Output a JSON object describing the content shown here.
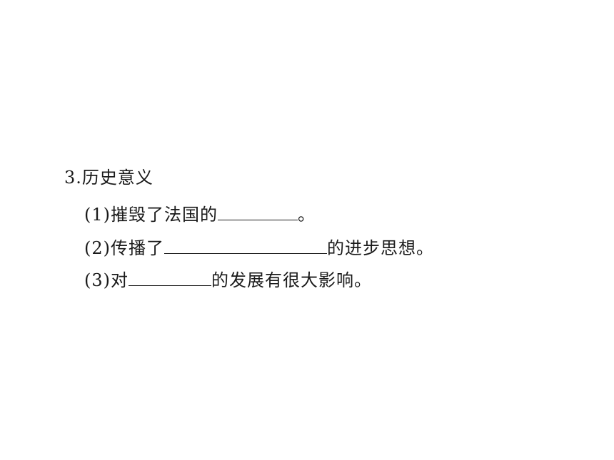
{
  "section": {
    "heading": "3.历史意义"
  },
  "items": [
    {
      "prefix": "(1)摧毁了法国的",
      "suffix": "。"
    },
    {
      "prefix": "(2)传播了",
      "suffix": "的进步思想。"
    },
    {
      "prefix": "(3)对",
      "suffix": "的发展有很大影响。"
    }
  ]
}
